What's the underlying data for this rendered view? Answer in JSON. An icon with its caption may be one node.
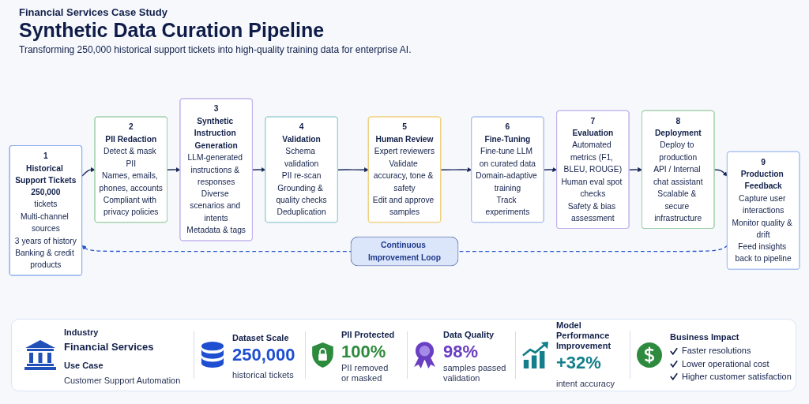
{
  "diagram": {
    "title": "Synthetic Data Curation Pipeline",
    "nodes": [
      {
        "text": [
          "1",
          "Historical Support Tickets",
          "250,000",
          "tickets",
          "Multi-channel sources",
          "3 years of history",
          "Banking & credit products"
        ]
      },
      {
        "text": [
          "2",
          "PII Redaction",
          "Detect & mask PII",
          "Names, emails, phones, accounts",
          "Compliant with privacy policies"
        ]
      },
      {
        "text": [
          "3",
          "Synthetic Instruction Generation",
          "LLM-generated instructions & responses",
          "Diverse scenarios and intents",
          "Metadata & tags"
        ]
      },
      {
        "text": [
          "4",
          "Validation",
          "Schema validation",
          "PII re-scan",
          "Grounding & quality checks",
          "Deduplication"
        ]
      },
      {
        "text": [
          "5",
          "Human Review",
          "Expert reviewers",
          "Validate accuracy, tone & safety",
          "Edit and approve samples"
        ]
      },
      {
        "text": [
          "6",
          "Fine-Tuning",
          "Fine-tune LLM on curated data",
          "Domain-adaptive training",
          "Track experiments"
        ]
      },
      {
        "text": [
          "7",
          "Evaluation",
          "Automated metrics (F1, BLEU, ROUGE)",
          "Human eval spot checks",
          "Safety & bias assessment"
        ]
      },
      {
        "text": [
          "8",
          "Deployment",
          "Deploy to production",
          "API / Internal chat assistant",
          "Scalable & secure infrastructure"
        ]
      },
      {
        "text": [
          "9",
          "Production Feedback",
          "Capture user interactions",
          "Monitor quality & drift",
          "Feed insights back to pipeline"
        ]
      }
    ],
    "edges": [
      {
        "from": 0,
        "to": 1,
        "arrow": "to"
      },
      {
        "from": 1,
        "to": 2,
        "arrow": "to"
      },
      {
        "from": 2,
        "to": 3,
        "arrow": "to"
      },
      {
        "from": 3,
        "to": 4,
        "arrow": "to"
      },
      {
        "from": 4,
        "to": 5,
        "arrow": "to"
      },
      {
        "from": 5,
        "to": 6,
        "arrow": "to"
      },
      {
        "from": 6,
        "to": 7,
        "arrow": "to"
      },
      {
        "from": 7,
        "to": 8,
        "arrow": "to"
      },
      {
        "from": 8,
        "to": 0,
        "arrow": "to",
        "label": "Continuous Improvement Loop",
        "style": "dashed",
        "color": "#2453c9"
      }
    ],
    "labels": [
      "Financial Services Case Study",
      "Transforming 250,000 historical support tickets into high-quality training data for enterprise AI.",
      "Industry",
      "Financial Services",
      "Use Case",
      "Customer Support Automation",
      "Dataset Scale",
      "250,000",
      "historical tickets",
      "PII Protected",
      "100%",
      "PII removed or masked",
      "Data Quality",
      "98%",
      "samples passed validation",
      "Model Performance Improvement",
      "+32%",
      "intent accuracy",
      "Business Impact",
      "Faster resolutions",
      "Lower operational cost",
      "Higher customer satisfaction"
    ]
  }
}
